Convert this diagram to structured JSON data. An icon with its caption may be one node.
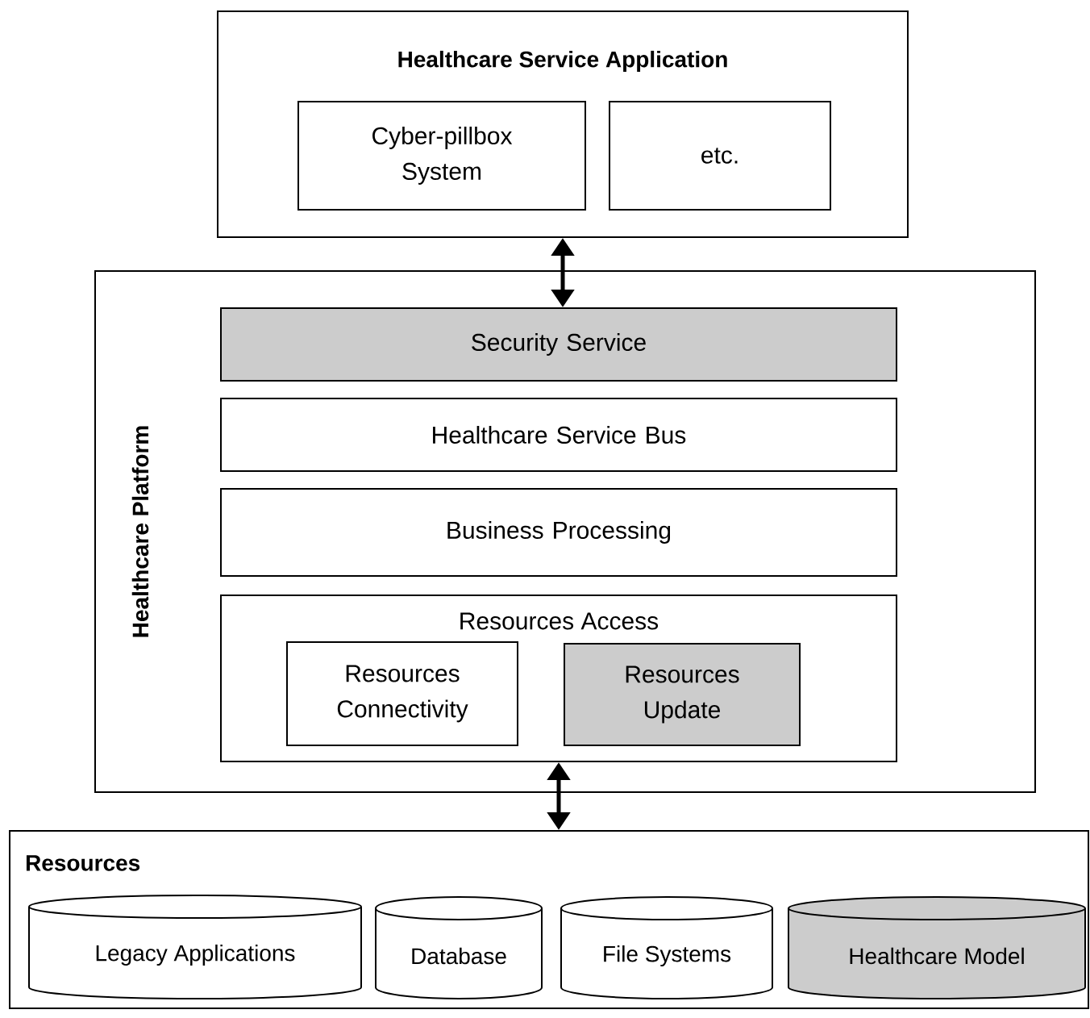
{
  "diagram": {
    "nodes": [
      {
        "text": [
          "Healthcare Service Application"
        ]
      },
      {
        "text": [
          "Cyber-pillbox System"
        ],
        "in": 0
      },
      {
        "text": [
          "etc."
        ],
        "in": 0
      },
      {
        "text": [
          "Healthcare Platform"
        ]
      },
      {
        "text": [
          "Security Service"
        ],
        "in": 3
      },
      {
        "text": [
          "Healthcare Service Bus"
        ],
        "in": 3
      },
      {
        "text": [
          "Business Processing"
        ],
        "in": 3
      },
      {
        "text": [
          "Resources Access"
        ],
        "in": 3
      },
      {
        "text": [
          "Resources Connectivity"
        ],
        "in": 7
      },
      {
        "text": [
          "Resources Update"
        ],
        "in": 7
      },
      {
        "text": [
          "Resources"
        ]
      },
      {
        "text": [
          "Legacy Applications"
        ],
        "in": 10
      },
      {
        "text": [
          "Database"
        ],
        "in": 10
      },
      {
        "text": [
          "File Systems"
        ],
        "in": 10
      },
      {
        "text": [
          "Healthcare Model"
        ],
        "in": 10
      }
    ],
    "edges": [
      {
        "from": 0,
        "to": 4,
        "arrow": "both"
      },
      {
        "from": 7,
        "to": 10,
        "arrow": "both"
      }
    ]
  }
}
